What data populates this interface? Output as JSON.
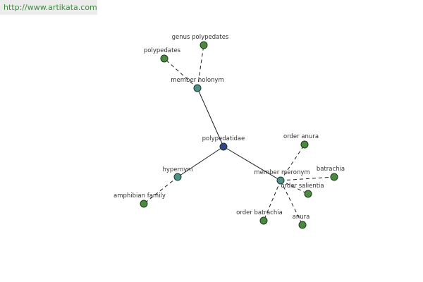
{
  "watermark": {
    "text": "http://www.artikata.com"
  },
  "colors": {
    "center": "#35448a",
    "relation": "#4e8f8a",
    "leaf": "#4b8a3f"
  },
  "graph": {
    "nodes": [
      {
        "id": "polypedatidae",
        "label": "polypedatidae",
        "kind": "center"
      },
      {
        "id": "member_holonym",
        "label": "member holonym",
        "kind": "relation"
      },
      {
        "id": "hypernym",
        "label": "hypernym",
        "kind": "relation"
      },
      {
        "id": "member_meronym",
        "label": "member meronym",
        "kind": "relation"
      },
      {
        "id": "genus_polypedates",
        "label": "genus polypedates",
        "kind": "leaf"
      },
      {
        "id": "polypedates",
        "label": "polypedates",
        "kind": "leaf"
      },
      {
        "id": "amphibian_family",
        "label": "amphibian family",
        "kind": "leaf"
      },
      {
        "id": "order_anura",
        "label": "order anura",
        "kind": "leaf"
      },
      {
        "id": "batrachia",
        "label": "batrachia",
        "kind": "leaf"
      },
      {
        "id": "order_salientia",
        "label": "order salientia",
        "kind": "leaf"
      },
      {
        "id": "anura",
        "label": "anura",
        "kind": "leaf"
      },
      {
        "id": "order_batrachia",
        "label": "order batrachia",
        "kind": "leaf"
      }
    ],
    "edges": [
      {
        "from": "polypedatidae",
        "to": "member_holonym",
        "style": "solid"
      },
      {
        "from": "polypedatidae",
        "to": "hypernym",
        "style": "solid"
      },
      {
        "from": "polypedatidae",
        "to": "member_meronym",
        "style": "solid"
      },
      {
        "from": "member_holonym",
        "to": "genus_polypedates",
        "style": "dashed"
      },
      {
        "from": "member_holonym",
        "to": "polypedates",
        "style": "dashed"
      },
      {
        "from": "hypernym",
        "to": "amphibian_family",
        "style": "dashed"
      },
      {
        "from": "member_meronym",
        "to": "order_anura",
        "style": "dashed"
      },
      {
        "from": "member_meronym",
        "to": "batrachia",
        "style": "dashed"
      },
      {
        "from": "member_meronym",
        "to": "order_salientia",
        "style": "dashed"
      },
      {
        "from": "member_meronym",
        "to": "anura",
        "style": "dashed"
      },
      {
        "from": "member_meronym",
        "to": "order_batrachia",
        "style": "dashed"
      }
    ]
  }
}
